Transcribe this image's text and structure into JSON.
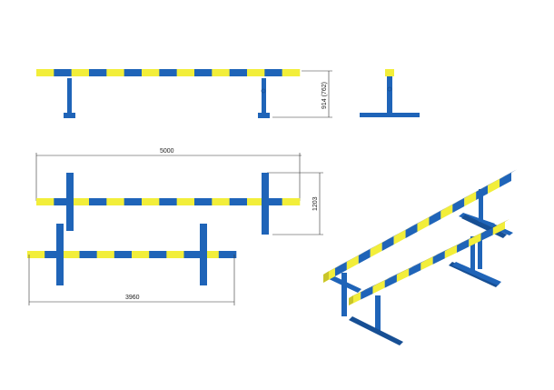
{
  "colors": {
    "blue": "#1f64b8",
    "blue_dark": "#174f94",
    "yellow": "#f2ee3a",
    "yellow_dark": "#c9c52a",
    "dim_line": "#333333"
  },
  "dimensions": {
    "height_label": "914 (762)",
    "total_length_label": "5000",
    "width_label": "1203",
    "bar_length_label": "3960"
  },
  "views": [
    "side-view",
    "end-view",
    "top-view-upper",
    "top-view-lower",
    "isometric-view"
  ]
}
